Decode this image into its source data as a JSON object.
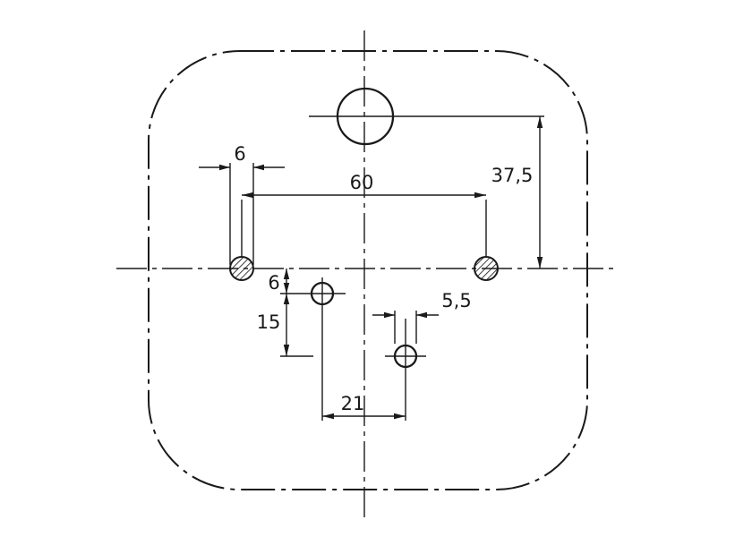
{
  "drawing": {
    "kind": "technical-dimension-drawing",
    "dims": {
      "outer_hole_dia": "6",
      "outer_hole_spacing": "60",
      "top_hole_to_center": "37,5",
      "upper_small_hole_offset": "6",
      "small_holes_vertical_gap": "15",
      "small_hole_dia": "5,5",
      "small_holes_horizontal_gap": "21"
    }
  },
  "style": {
    "ink": "#1a1a1a",
    "paper": "#ffffff"
  }
}
